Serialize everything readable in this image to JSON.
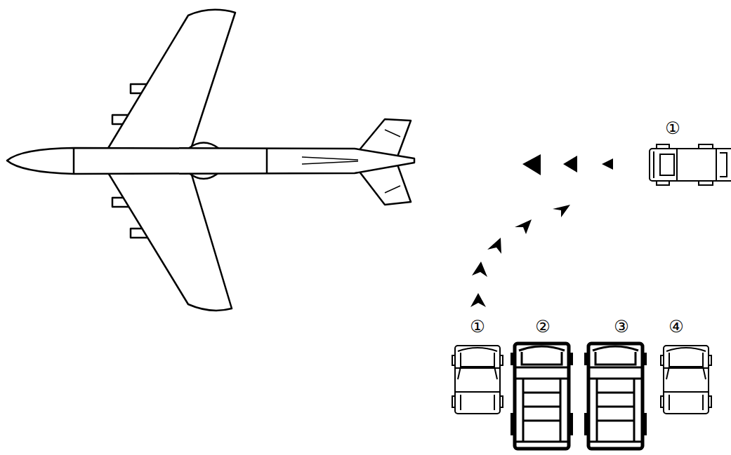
{
  "diagram": {
    "labels": [
      "①",
      "①",
      "②",
      "③",
      "④"
    ]
  }
}
